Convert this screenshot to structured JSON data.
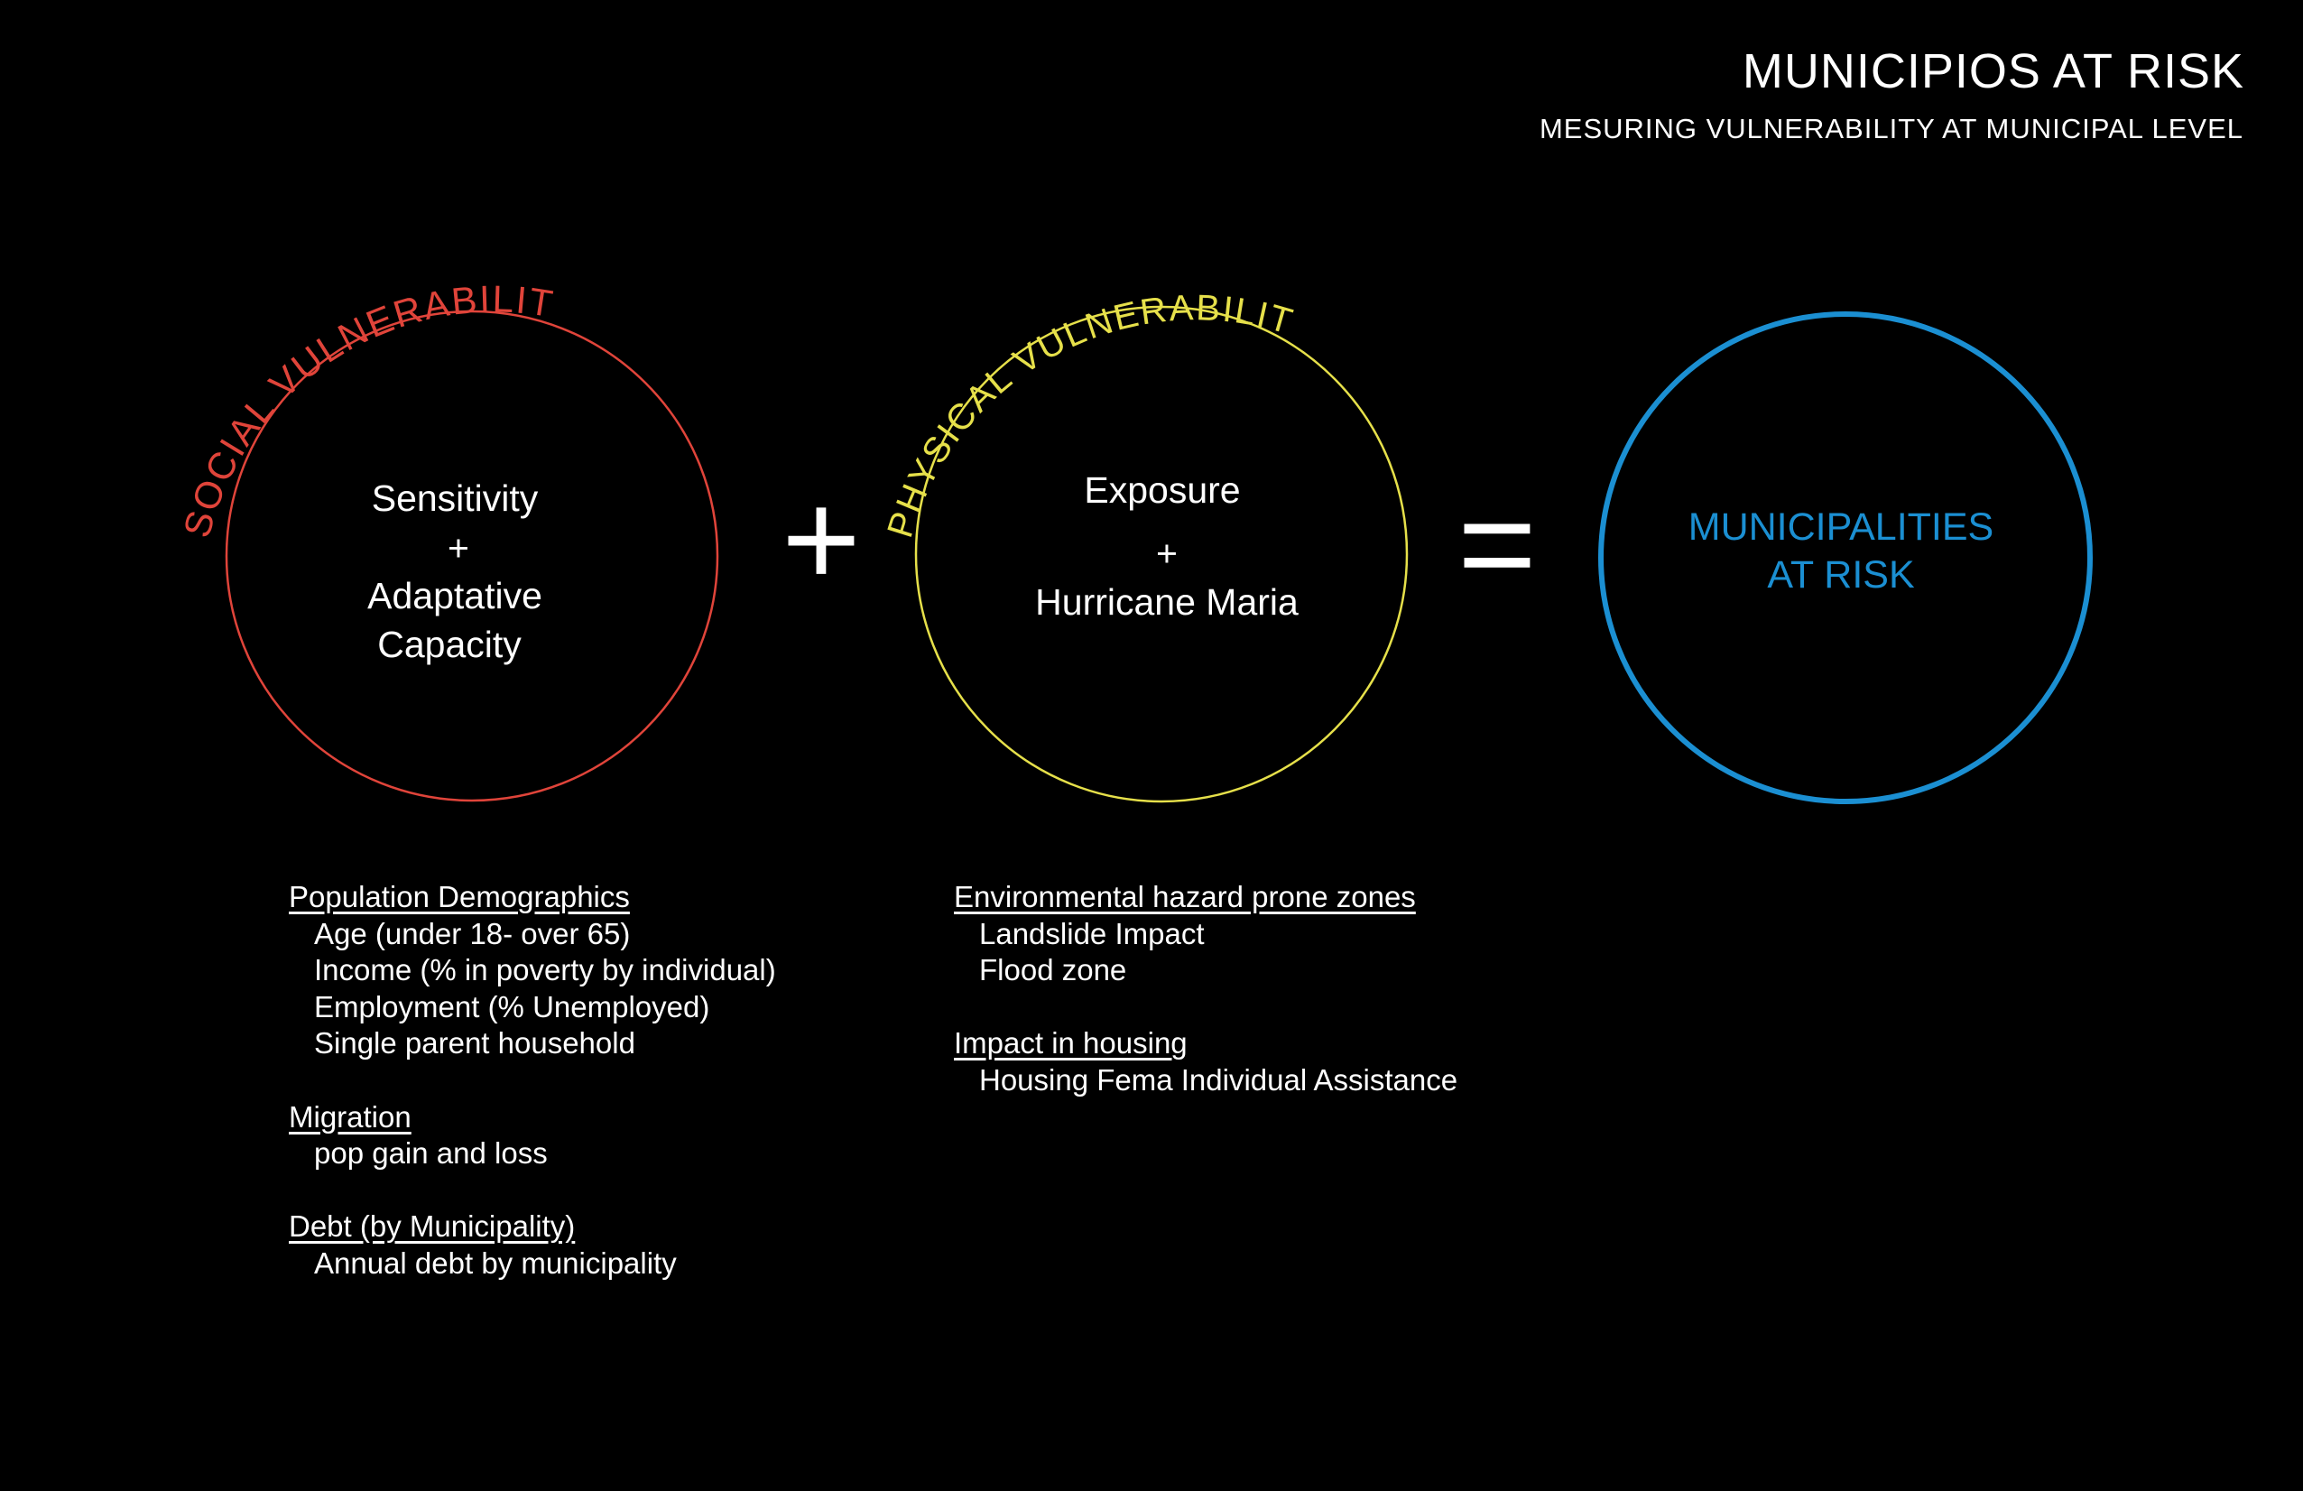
{
  "header": {
    "title": "MUNICIPIOS AT RISK",
    "subtitle": "MESURING  VULNERABILITY AT MUNICIPAL LEVEL"
  },
  "circles": {
    "social": {
      "arc_label": "SOCIAL VULNERABILITY",
      "lines": [
        "Sensitivity",
        "+",
        "Adaptative",
        "Capacity"
      ],
      "color": "#e0443a"
    },
    "physical": {
      "arc_label": "PHYSICAL VULNERABILITY",
      "lines": [
        "Exposure",
        "+",
        "Hurricane Maria"
      ],
      "color": "#e6e04a"
    },
    "result": {
      "lines": [
        "MUNICIPALITIES",
        "AT RISK"
      ],
      "color": "#1b8fd2"
    }
  },
  "operators": {
    "plus": "+",
    "equals": "="
  },
  "social_factors": [
    {
      "heading": "Population Demographics",
      "items": [
        "Age (under 18- over 65)",
        "Income (% in poverty by individual)",
        "Employment (% Unemployed)",
        "Single parent household"
      ]
    },
    {
      "heading": "Migration",
      "items": [
        "pop gain and loss"
      ]
    },
    {
      "heading": "Debt (by Municipality)",
      "items": [
        "Annual debt by municipality"
      ]
    }
  ],
  "physical_factors": [
    {
      "heading": "Environmental hazard prone zones",
      "items": [
        "Landslide Impact",
        "Flood zone"
      ]
    },
    {
      "heading": "Impact in housing ",
      "items": [
        "Housing Fema Individual Assistance"
      ]
    }
  ]
}
